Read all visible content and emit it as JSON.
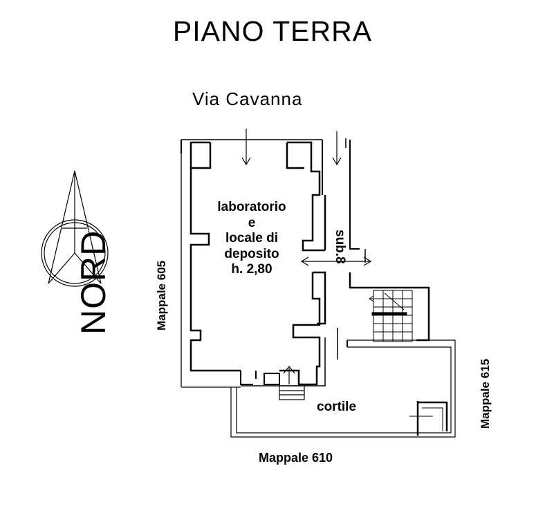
{
  "plan": {
    "title": "PIANO TERRA",
    "street": "Via  Cavanna",
    "room": {
      "line1": "laboratorio",
      "line2": "e",
      "line3": "locale di",
      "line4": "deposito",
      "line5": "h. 2,80"
    },
    "courtyard": "cortile",
    "adjacent_unit": "sub.8",
    "parcels": {
      "west": "Mappale  605",
      "south": "Mappale 610",
      "east": "Mappale 615"
    },
    "compass_label": "NORD"
  }
}
